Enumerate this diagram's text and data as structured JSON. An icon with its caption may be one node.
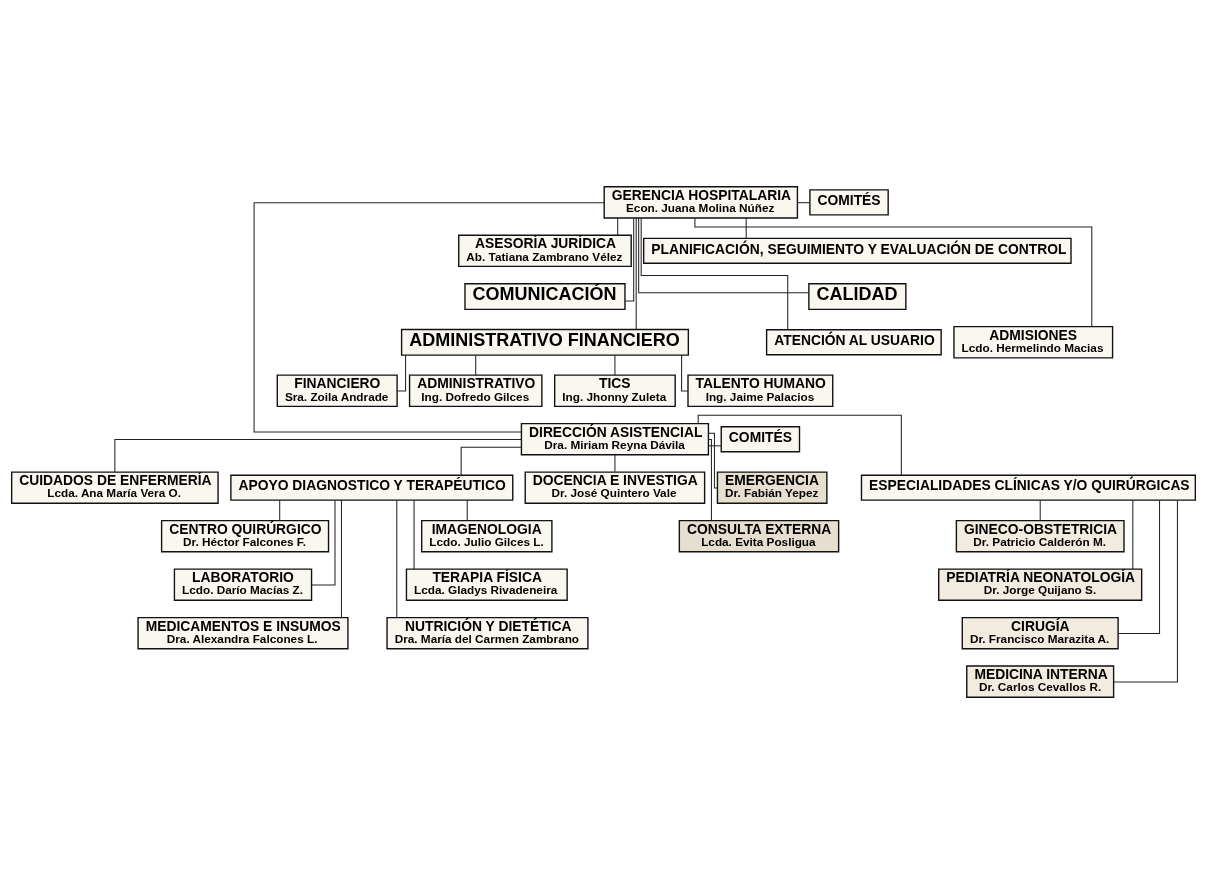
{
  "diagram": {
    "nodes": [
      {
        "text": [
          "COMITÉS"
        ]
      },
      {
        "text": [
          "GERENCIA HOSPITALARIA",
          "Econ. Juana Molina Núñez"
        ]
      },
      {
        "text": [
          "ASESORÍA JURÍDICA",
          "Ab. Tatiana Zambrano Vélez"
        ]
      },
      {
        "text": [
          "PLANIFICACIÓN, SEGUIMIENTO Y EVALUACIÓN DE CONTROL"
        ]
      },
      {
        "text": [
          "COMUNICACIÓN"
        ]
      },
      {
        "text": [
          "CALIDAD"
        ]
      },
      {
        "text": [
          "ADMINISTRATIVO FINANCIERO"
        ]
      },
      {
        "text": [
          "TALENTO HUMANO",
          "Ing. Jaime Palacios"
        ]
      },
      {
        "text": [
          "FINANCIERO",
          "Sra. Zoila Andrade"
        ]
      },
      {
        "text": [
          "ADMINISTRATIVO",
          "Ing. Dofredo Gilces"
        ]
      },
      {
        "text": [
          "TICS",
          "Ing. Jhonny Zuleta"
        ]
      },
      {
        "text": [
          "ATENCIÓN AL USUARIO"
        ]
      },
      {
        "text": [
          "ADMISIONES",
          "Lcdo. Hermelindo Macias"
        ]
      },
      {
        "text": [
          "COMITÉS"
        ]
      },
      {
        "text": [
          "DIRECCIÓN ASISTENCIAL",
          "Dra. Miriam Reyna Dávila"
        ]
      },
      {
        "text": [
          "ESPECIALIDADES CLÍNICAS Y/O QUIRÚRGICAS"
        ]
      },
      {
        "text": [
          "CUIDADOS DE ENFERMERÍA",
          "Lcda. Ana María Vera O."
        ]
      },
      {
        "text": [
          "APOYO DIAGNOSTICO Y TERAPÉUTICO"
        ]
      },
      {
        "text": [
          "DOCENCIA E INVESTIGA",
          "Dr. José Quintero Vale"
        ]
      },
      {
        "text": [
          "EMERGENCIA",
          "Dr. Fabián Yepez"
        ]
      },
      {
        "text": [
          "CONSULTA EXTERNA",
          "Lcda. Evita Posligua"
        ]
      },
      {
        "text": [
          "GINECO-OBSTETRICIA",
          "Dr. Patricio Calderón M."
        ]
      },
      {
        "text": [
          "PEDIATRÍA NEONATOLOGÍA",
          "Dr. Jorge Quijano S."
        ]
      },
      {
        "text": [
          "CIRUGÍA",
          "Dr. Francisco Marazita A."
        ]
      },
      {
        "text": [
          "MEDICINA INTERNA",
          "Dr. Carlos Cevallos R."
        ]
      },
      {
        "text": [
          "CENTRO QUIRÚRGICO",
          "Dr. Héctor Falcones F."
        ]
      },
      {
        "text": [
          "IMAGENOLOGIA",
          "Lcdo. Julio Gilces L."
        ]
      },
      {
        "text": [
          "LABORATORIO",
          "Lcdo. Darío Macías Z."
        ]
      },
      {
        "text": [
          "TERAPIA FÍSICA",
          "Lcda. Gladys Rivadeneira"
        ]
      },
      {
        "text": [
          "MEDICAMENTOS E INSUMOS",
          "Dra. Alexandra Falcones L."
        ]
      },
      {
        "text": [
          "NUTRICIÓN Y DIETÉTICA",
          "Dra. María del Carmen Zambrano"
        ]
      }
    ],
    "edges": [
      {
        "from": 1,
        "to": 0,
        "arrow": "none"
      },
      {
        "from": 1,
        "to": 2,
        "arrow": "none"
      },
      {
        "from": 1,
        "to": 3,
        "arrow": "none"
      },
      {
        "from": 1,
        "to": 4,
        "arrow": "none"
      },
      {
        "from": 1,
        "to": 5,
        "arrow": "none"
      },
      {
        "from": 1,
        "to": 6,
        "arrow": "none"
      },
      {
        "from": 1,
        "to": 11,
        "arrow": "none"
      },
      {
        "from": 1,
        "to": 12,
        "arrow": "none"
      },
      {
        "from": 6,
        "to": 7,
        "arrow": "none"
      },
      {
        "from": 6,
        "to": 8,
        "arrow": "none"
      },
      {
        "from": 6,
        "to": 9,
        "arrow": "none"
      },
      {
        "from": 6,
        "to": 10,
        "arrow": "none"
      },
      {
        "from": 1,
        "to": 14,
        "arrow": "none"
      },
      {
        "from": 14,
        "to": 13,
        "arrow": "none"
      },
      {
        "from": 14,
        "to": 15,
        "arrow": "none"
      },
      {
        "from": 14,
        "to": 16,
        "arrow": "none"
      },
      {
        "from": 14,
        "to": 17,
        "arrow": "none"
      },
      {
        "from": 14,
        "to": 18,
        "arrow": "none"
      },
      {
        "from": 14,
        "to": 19,
        "arrow": "none"
      },
      {
        "from": 14,
        "to": 20,
        "arrow": "none"
      },
      {
        "from": 15,
        "to": 21,
        "arrow": "none"
      },
      {
        "from": 15,
        "to": 22,
        "arrow": "none"
      },
      {
        "from": 15,
        "to": 23,
        "arrow": "none"
      },
      {
        "from": 15,
        "to": 24,
        "arrow": "none"
      },
      {
        "from": 17,
        "to": 25,
        "arrow": "none"
      },
      {
        "from": 17,
        "to": 26,
        "arrow": "none"
      },
      {
        "from": 17,
        "to": 27,
        "arrow": "none"
      },
      {
        "from": 17,
        "to": 28,
        "arrow": "none"
      },
      {
        "from": 17,
        "to": 29,
        "arrow": "none"
      },
      {
        "from": 17,
        "to": 30,
        "arrow": "none"
      }
    ]
  }
}
